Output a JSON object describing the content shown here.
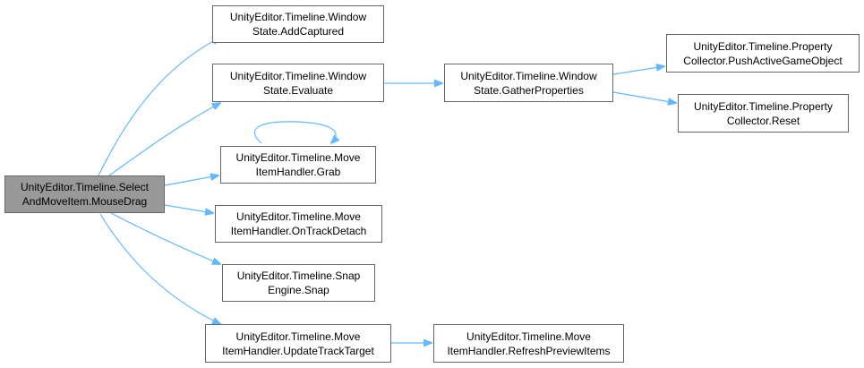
{
  "colors": {
    "edge": "#63b8ff",
    "node_border": "#666666",
    "root_fill": "#999999"
  },
  "nodes": {
    "root": {
      "line1": "UnityEditor.Timeline.Select",
      "line2": "AndMoveItem.MouseDrag"
    },
    "addcap": {
      "line1": "UnityEditor.Timeline.Window",
      "line2": "State.AddCaptured"
    },
    "evaluate": {
      "line1": "UnityEditor.Timeline.Window",
      "line2": "State.Evaluate"
    },
    "grab": {
      "line1": "UnityEditor.Timeline.Move",
      "line2": "ItemHandler.Grab"
    },
    "ontrack": {
      "line1": "UnityEditor.Timeline.Move",
      "line2": "ItemHandler.OnTrackDetach"
    },
    "snap": {
      "line1": "UnityEditor.Timeline.Snap",
      "line2": "Engine.Snap"
    },
    "update": {
      "line1": "UnityEditor.Timeline.Move",
      "line2": "ItemHandler.UpdateTrackTarget"
    },
    "gather": {
      "line1": "UnityEditor.Timeline.Window",
      "line2": "State.GatherProperties"
    },
    "push": {
      "line1": "UnityEditor.Timeline.Property",
      "line2": "Collector.PushActiveGameObject"
    },
    "reset": {
      "line1": "UnityEditor.Timeline.Property",
      "line2": "Collector.Reset"
    },
    "refresh": {
      "line1": "UnityEditor.Timeline.Move",
      "line2": "ItemHandler.RefreshPreviewItems"
    }
  }
}
